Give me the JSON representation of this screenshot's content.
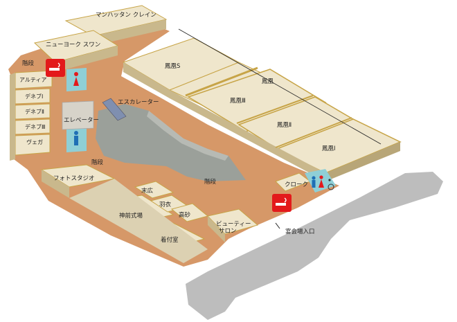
{
  "rooms": {
    "manhattan_crane": "マンハッタン クレイン",
    "newyork_swan": "ニューヨーク スワン",
    "houou_s": "鳳凰S",
    "houou": "鳳凰",
    "houou_3": "鳳凰Ⅲ",
    "houou_2": "鳳凰Ⅱ",
    "houou_1": "鳳凰Ⅰ",
    "artia": "アルティア",
    "deneb_1": "デネブⅠ",
    "deneb_2": "デネブⅡ",
    "deneb_3": "デネブⅢ",
    "vega": "ヴェガ",
    "photo_studio": "フォトスタジオ",
    "suehiro": "末広",
    "hagoromo": "羽衣",
    "takasago": "高砂",
    "shinzen": "神前式場",
    "kitsuke": "着付室",
    "beauty_salon": "ビューティー\nサロン",
    "cloak": "クローク"
  },
  "facilities": {
    "stairs_top": "階段",
    "stairs_left": "階段",
    "stairs_center": "階段",
    "escalator": "エスカレーター",
    "elevator": "エレベーター",
    "banquet_entrance": "宴会場入口"
  },
  "icons": {
    "smoking": "smoking-area-icon",
    "toilet_women": "women-restroom-icon",
    "toilet_men": "men-restroom-icon",
    "wheelchair": "accessible-restroom-icon"
  },
  "colors": {
    "floor": "#d69868",
    "room_top": "#efe6cc",
    "room_side": "#c9b88c",
    "room_edge": "#c7a447",
    "grey_area": "#9a9f98",
    "road": "#bcbcbc",
    "smoking_bg": "#e3191b",
    "toilet_bg": "#8fcfd6"
  }
}
